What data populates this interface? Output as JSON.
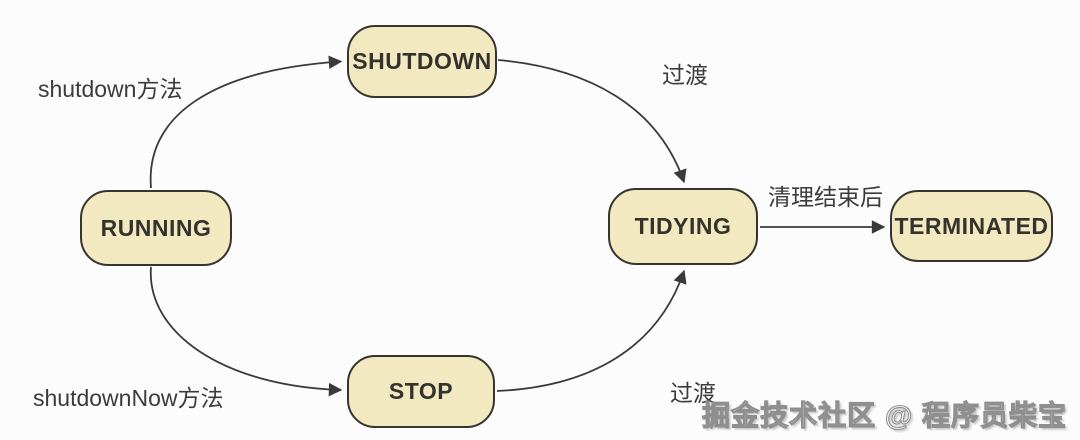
{
  "diagram": {
    "background": "#fcfcfc",
    "colors": {
      "node_fill": "#f3e9c1",
      "node_border": "#35342e",
      "arrow": "#3a3a3a",
      "edge_label_text": "#3b3b3b"
    },
    "nodes": [
      {
        "id": "running",
        "label": "RUNNING"
      },
      {
        "id": "shutdown",
        "label": "SHUTDOWN"
      },
      {
        "id": "stop",
        "label": "STOP"
      },
      {
        "id": "tidying",
        "label": "TIDYING"
      },
      {
        "id": "terminated",
        "label": "TERMINATED"
      }
    ],
    "edges": [
      {
        "from": "RUNNING",
        "to": "SHUTDOWN",
        "label": "shutdown方法"
      },
      {
        "from": "RUNNING",
        "to": "STOP",
        "label": "shutdownNow方法"
      },
      {
        "from": "SHUTDOWN",
        "to": "TIDYING",
        "label": "过渡"
      },
      {
        "from": "STOP",
        "to": "TIDYING",
        "label": "过渡"
      },
      {
        "from": "TIDYING",
        "to": "TERMINATED",
        "label": "清理结束后"
      }
    ],
    "watermark": "掘金技术社区 @ 程序员柴宝"
  }
}
